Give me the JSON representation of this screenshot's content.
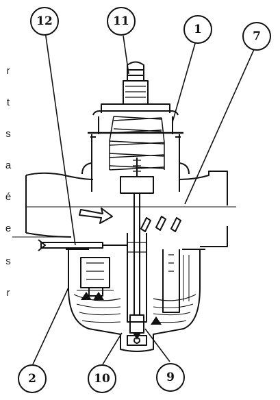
{
  "callouts": {
    "c12": "12",
    "c11": "11",
    "c1": "1",
    "c7": "7",
    "c2": "2",
    "c10": "10",
    "c9": "9"
  },
  "side_text": [
    "r",
    "t",
    "s",
    "a",
    "é",
    "e",
    "s",
    "r"
  ],
  "colors": {
    "ink": "#111111",
    "paper": "#ffffff"
  }
}
